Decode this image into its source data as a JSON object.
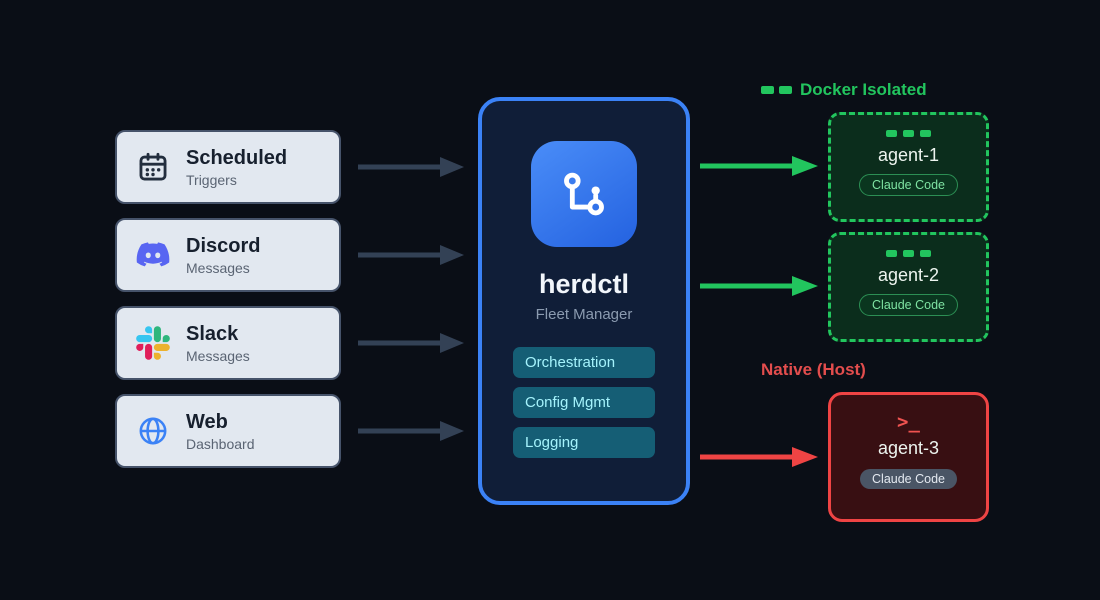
{
  "diagram": {
    "sources": [
      {
        "title": "Scheduled",
        "subtitle": "Triggers",
        "icon": "calendar-icon"
      },
      {
        "title": "Discord",
        "subtitle": "Messages",
        "icon": "discord-icon"
      },
      {
        "title": "Slack",
        "subtitle": "Messages",
        "icon": "slack-icon"
      },
      {
        "title": "Web",
        "subtitle": "Dashboard",
        "icon": "globe-icon"
      }
    ],
    "manager": {
      "title": "herdctl",
      "subtitle": "Fleet Manager",
      "logo_icon": "herdctl-node-graph-icon",
      "features": [
        "Orchestration",
        "Config Mgmt",
        "Logging"
      ]
    },
    "docker_group": {
      "label": "Docker Isolated",
      "agents": [
        {
          "name": "agent-1",
          "badge": "Claude Code"
        },
        {
          "name": "agent-2",
          "badge": "Claude Code"
        }
      ]
    },
    "native_group": {
      "label": "Native (Host)",
      "prompt_glyph": ">_",
      "agents": [
        {
          "name": "agent-3",
          "badge": "Claude Code"
        }
      ]
    }
  },
  "colors": {
    "bg": "#0a0e16",
    "accent-blue": "#3b82f6",
    "panel-fill": "#101e38",
    "green": "#22c55e",
    "green-fill": "#0b2d1c",
    "red": "#ef4444",
    "red-fill": "#380f12",
    "slate-arrow": "#334155",
    "card-fill": "#e2e8f0",
    "card-border": "#46536a",
    "pill-fill": "#155e75",
    "pill-text": "#a5f3fc",
    "discord": "#5865F2"
  }
}
